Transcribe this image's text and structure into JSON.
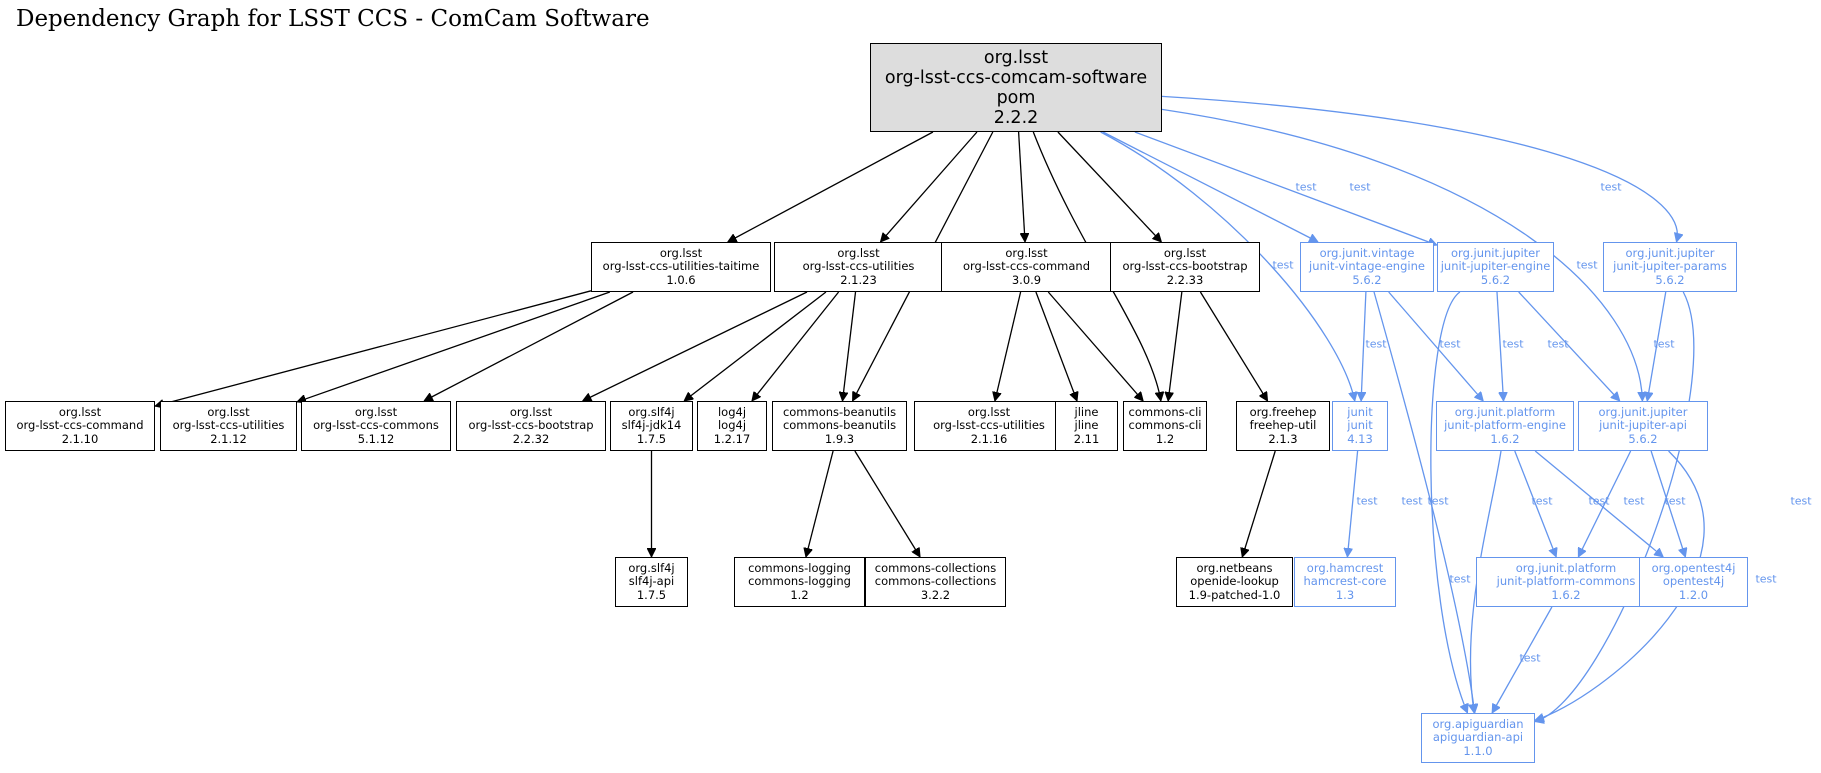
{
  "title": "Dependency Graph for LSST CCS - ComCam Software",
  "edge_label": "test",
  "colors": {
    "compile": "#000000",
    "test": "#6495ed",
    "root_fill": "#dddddd"
  },
  "nodes": [
    {
      "id": "root",
      "lines": [
        "org.lsst",
        "org-lsst-ccs-comcam-software",
        "pom",
        "2.2.2"
      ],
      "scope": "root"
    },
    {
      "id": "taitime",
      "lines": [
        "org.lsst",
        "org-lsst-ccs-utilities-taitime",
        "1.0.6"
      ],
      "scope": "compile"
    },
    {
      "id": "util2123",
      "lines": [
        "org.lsst",
        "org-lsst-ccs-utilities",
        "2.1.23"
      ],
      "scope": "compile"
    },
    {
      "id": "cmd309",
      "lines": [
        "org.lsst",
        "org-lsst-ccs-command",
        "3.0.9"
      ],
      "scope": "compile"
    },
    {
      "id": "boot2233",
      "lines": [
        "org.lsst",
        "org-lsst-ccs-bootstrap",
        "2.2.33"
      ],
      "scope": "compile"
    },
    {
      "id": "vintage",
      "lines": [
        "org.junit.vintage",
        "junit-vintage-engine",
        "5.6.2"
      ],
      "scope": "test"
    },
    {
      "id": "jupeng",
      "lines": [
        "org.junit.jupiter",
        "junit-jupiter-engine",
        "5.6.2"
      ],
      "scope": "test"
    },
    {
      "id": "juppar",
      "lines": [
        "org.junit.jupiter",
        "junit-jupiter-params",
        "5.6.2"
      ],
      "scope": "test"
    },
    {
      "id": "cmd2110",
      "lines": [
        "org.lsst",
        "org-lsst-ccs-command",
        "2.1.10"
      ],
      "scope": "compile"
    },
    {
      "id": "util2112",
      "lines": [
        "org.lsst",
        "org-lsst-ccs-utilities",
        "2.1.12"
      ],
      "scope": "compile"
    },
    {
      "id": "commons5112",
      "lines": [
        "org.lsst",
        "org-lsst-ccs-commons",
        "5.1.12"
      ],
      "scope": "compile"
    },
    {
      "id": "boot2232",
      "lines": [
        "org.lsst",
        "org-lsst-ccs-bootstrap",
        "2.2.32"
      ],
      "scope": "compile"
    },
    {
      "id": "slf4jjdk",
      "lines": [
        "org.slf4j",
        "slf4j-jdk14",
        "1.7.5"
      ],
      "scope": "compile"
    },
    {
      "id": "log4j",
      "lines": [
        "log4j",
        "log4j",
        "1.2.17"
      ],
      "scope": "compile"
    },
    {
      "id": "beanutils",
      "lines": [
        "commons-beanutils",
        "commons-beanutils",
        "1.9.3"
      ],
      "scope": "compile"
    },
    {
      "id": "util2116",
      "lines": [
        "org.lsst",
        "org-lsst-ccs-utilities",
        "2.1.16"
      ],
      "scope": "compile"
    },
    {
      "id": "jline",
      "lines": [
        "jline",
        "jline",
        "2.11"
      ],
      "scope": "compile"
    },
    {
      "id": "cli",
      "lines": [
        "commons-cli",
        "commons-cli",
        "1.2"
      ],
      "scope": "compile"
    },
    {
      "id": "freehep",
      "lines": [
        "org.freehep",
        "freehep-util",
        "2.1.3"
      ],
      "scope": "compile"
    },
    {
      "id": "junit",
      "lines": [
        "junit",
        "junit",
        "4.13"
      ],
      "scope": "test"
    },
    {
      "id": "plateng",
      "lines": [
        "org.junit.platform",
        "junit-platform-engine",
        "1.6.2"
      ],
      "scope": "test"
    },
    {
      "id": "jupapi",
      "lines": [
        "org.junit.jupiter",
        "junit-jupiter-api",
        "5.6.2"
      ],
      "scope": "test"
    },
    {
      "id": "slf4japi",
      "lines": [
        "org.slf4j",
        "slf4j-api",
        "1.7.5"
      ],
      "scope": "compile"
    },
    {
      "id": "logging",
      "lines": [
        "commons-logging",
        "commons-logging",
        "1.2"
      ],
      "scope": "compile"
    },
    {
      "id": "collections",
      "lines": [
        "commons-collections",
        "commons-collections",
        "3.2.2"
      ],
      "scope": "compile"
    },
    {
      "id": "openide",
      "lines": [
        "org.netbeans",
        "openide-lookup",
        "1.9-patched-1.0"
      ],
      "scope": "compile"
    },
    {
      "id": "hamcrest",
      "lines": [
        "org.hamcrest",
        "hamcrest-core",
        "1.3"
      ],
      "scope": "test"
    },
    {
      "id": "platcom",
      "lines": [
        "org.junit.platform",
        "junit-platform-commons",
        "1.6.2"
      ],
      "scope": "test"
    },
    {
      "id": "opentest",
      "lines": [
        "org.opentest4j",
        "opentest4j",
        "1.2.0"
      ],
      "scope": "test"
    },
    {
      "id": "apiguard",
      "lines": [
        "org.apiguardian",
        "apiguardian-api",
        "1.1.0"
      ],
      "scope": "test"
    }
  ],
  "edges": [
    {
      "from": "root",
      "to": "taitime",
      "scope": "compile"
    },
    {
      "from": "root",
      "to": "util2123",
      "scope": "compile"
    },
    {
      "from": "root",
      "to": "beanutils",
      "scope": "compile"
    },
    {
      "from": "root",
      "to": "cmd309",
      "scope": "compile"
    },
    {
      "from": "root",
      "to": "cli",
      "scope": "compile"
    },
    {
      "from": "root",
      "to": "boot2233",
      "scope": "compile"
    },
    {
      "from": "root",
      "to": "junit",
      "scope": "test"
    },
    {
      "from": "root",
      "to": "vintage",
      "scope": "test"
    },
    {
      "from": "root",
      "to": "jupeng",
      "scope": "test"
    },
    {
      "from": "root",
      "to": "jupapi",
      "scope": "test"
    },
    {
      "from": "root",
      "to": "juppar",
      "scope": "test"
    },
    {
      "from": "taitime",
      "to": "cmd2110",
      "scope": "compile"
    },
    {
      "from": "taitime",
      "to": "util2112",
      "scope": "compile"
    },
    {
      "from": "taitime",
      "to": "commons5112",
      "scope": "compile"
    },
    {
      "from": "util2123",
      "to": "boot2232",
      "scope": "compile"
    },
    {
      "from": "util2123",
      "to": "slf4jjdk",
      "scope": "compile"
    },
    {
      "from": "util2123",
      "to": "log4j",
      "scope": "compile"
    },
    {
      "from": "util2123",
      "to": "beanutils",
      "scope": "compile"
    },
    {
      "from": "cmd309",
      "to": "util2116",
      "scope": "compile"
    },
    {
      "from": "cmd309",
      "to": "jline",
      "scope": "compile"
    },
    {
      "from": "cmd309",
      "to": "cli",
      "scope": "compile"
    },
    {
      "from": "boot2233",
      "to": "cli",
      "scope": "compile"
    },
    {
      "from": "boot2233",
      "to": "freehep",
      "scope": "compile"
    },
    {
      "from": "vintage",
      "to": "junit",
      "scope": "test"
    },
    {
      "from": "vintage",
      "to": "plateng",
      "scope": "test"
    },
    {
      "from": "vintage",
      "to": "apiguard",
      "scope": "test"
    },
    {
      "from": "jupeng",
      "to": "apiguard",
      "scope": "test"
    },
    {
      "from": "jupeng",
      "to": "plateng",
      "scope": "test"
    },
    {
      "from": "jupeng",
      "to": "jupapi",
      "scope": "test"
    },
    {
      "from": "juppar",
      "to": "jupapi",
      "scope": "test"
    },
    {
      "from": "juppar",
      "to": "apiguard",
      "scope": "test"
    },
    {
      "from": "slf4jjdk",
      "to": "slf4japi",
      "scope": "compile"
    },
    {
      "from": "beanutils",
      "to": "logging",
      "scope": "compile"
    },
    {
      "from": "beanutils",
      "to": "collections",
      "scope": "compile"
    },
    {
      "from": "freehep",
      "to": "openide",
      "scope": "compile"
    },
    {
      "from": "junit",
      "to": "hamcrest",
      "scope": "test"
    },
    {
      "from": "plateng",
      "to": "apiguard",
      "scope": "test"
    },
    {
      "from": "plateng",
      "to": "platcom",
      "scope": "test"
    },
    {
      "from": "plateng",
      "to": "opentest",
      "scope": "test"
    },
    {
      "from": "jupapi",
      "to": "platcom",
      "scope": "test"
    },
    {
      "from": "jupapi",
      "to": "opentest",
      "scope": "test"
    },
    {
      "from": "jupapi",
      "to": "apiguard",
      "scope": "test"
    },
    {
      "from": "platcom",
      "to": "apiguard",
      "scope": "test"
    }
  ]
}
